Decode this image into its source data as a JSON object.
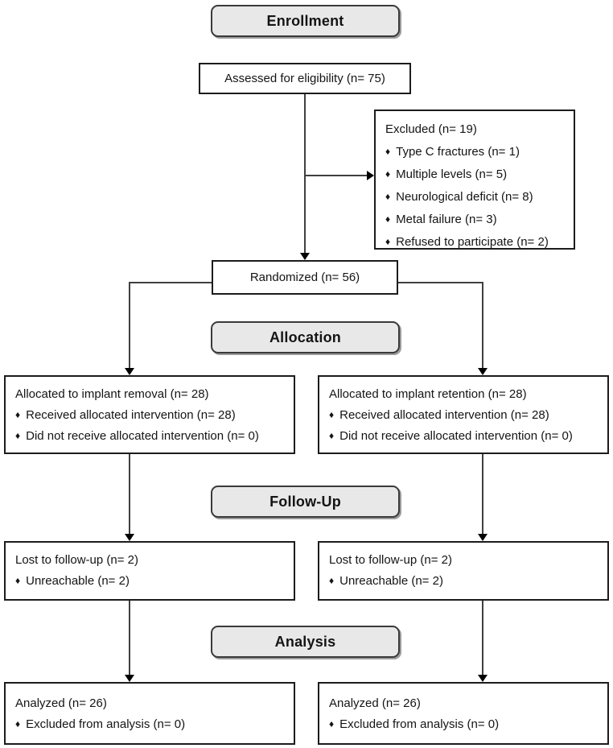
{
  "bullet": "♦",
  "phases": {
    "enrollment": "Enrollment",
    "allocation": "Allocation",
    "followup": "Follow-Up",
    "analysis": "Analysis"
  },
  "boxes": {
    "assessed": {
      "title": "Assessed for eligibility (n= 75)"
    },
    "excluded": {
      "title": "Excluded (n= 19)",
      "items": [
        "Type C fractures (n= 1)",
        "Multiple levels (n= 5)",
        "Neurological deficit (n= 8)",
        "Metal failure (n= 3)",
        "Refused to participate (n= 2)"
      ]
    },
    "randomized": {
      "title": "Randomized (n= 56)"
    },
    "allocated_removal": {
      "title": "Allocated to implant removal (n= 28)",
      "items": [
        "Received allocated intervention (n= 28)",
        "Did not receive allocated intervention (n= 0)"
      ]
    },
    "allocated_retention": {
      "title": "Allocated to implant retention (n= 28)",
      "items": [
        "Received allocated intervention (n= 28)",
        "Did not receive allocated intervention (n= 0)"
      ]
    },
    "lost_removal": {
      "title": "Lost to follow-up (n= 2)",
      "items": [
        "Unreachable (n= 2)"
      ]
    },
    "lost_retention": {
      "title": "Lost to follow-up (n= 2)",
      "items": [
        "Unreachable (n= 2)"
      ]
    },
    "analyzed_removal": {
      "title": "Analyzed (n= 26)",
      "items": [
        "Excluded from analysis (n= 0)"
      ]
    },
    "analyzed_retention": {
      "title": "Analyzed (n= 26)",
      "items": [
        "Excluded from analysis (n= 0)"
      ]
    }
  },
  "colors": {
    "phase_fill": "#e8e8e8",
    "box_border": "#1c1c1c",
    "line": "#404040",
    "arrow": "#000000"
  }
}
